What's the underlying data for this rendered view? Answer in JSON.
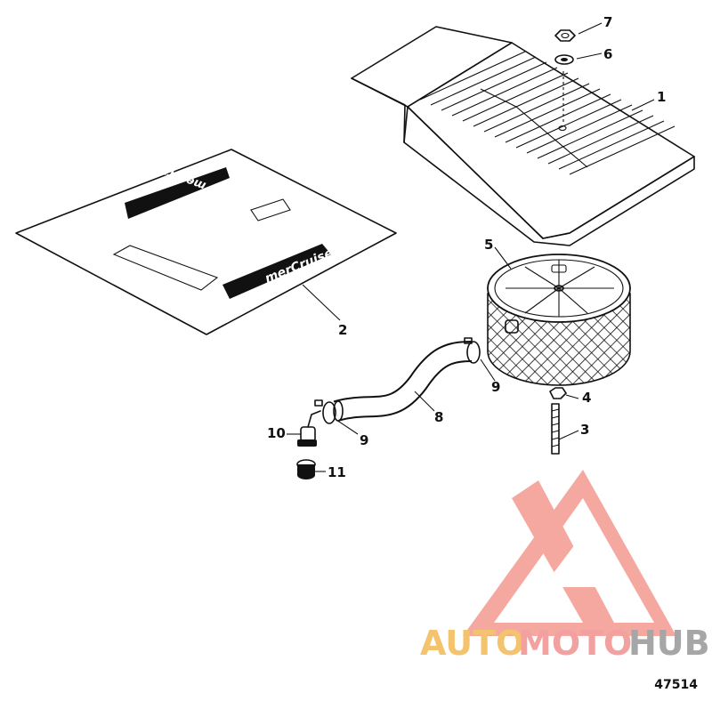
{
  "diagram": {
    "callouts": [
      "1",
      "2",
      "3",
      "4",
      "5",
      "6",
      "7",
      "8",
      "9",
      "9",
      "10",
      "11"
    ],
    "decal_brand": "merCruiser",
    "figure_number": "47514"
  },
  "watermark": {
    "auto": "AUTO",
    "moto": "MOTO",
    "hub": "HUB",
    "colors": {
      "auto": "#f4c36e",
      "moto": "#f2a0a0",
      "hub": "#a6a6a6",
      "logo": "#f08a80"
    }
  }
}
